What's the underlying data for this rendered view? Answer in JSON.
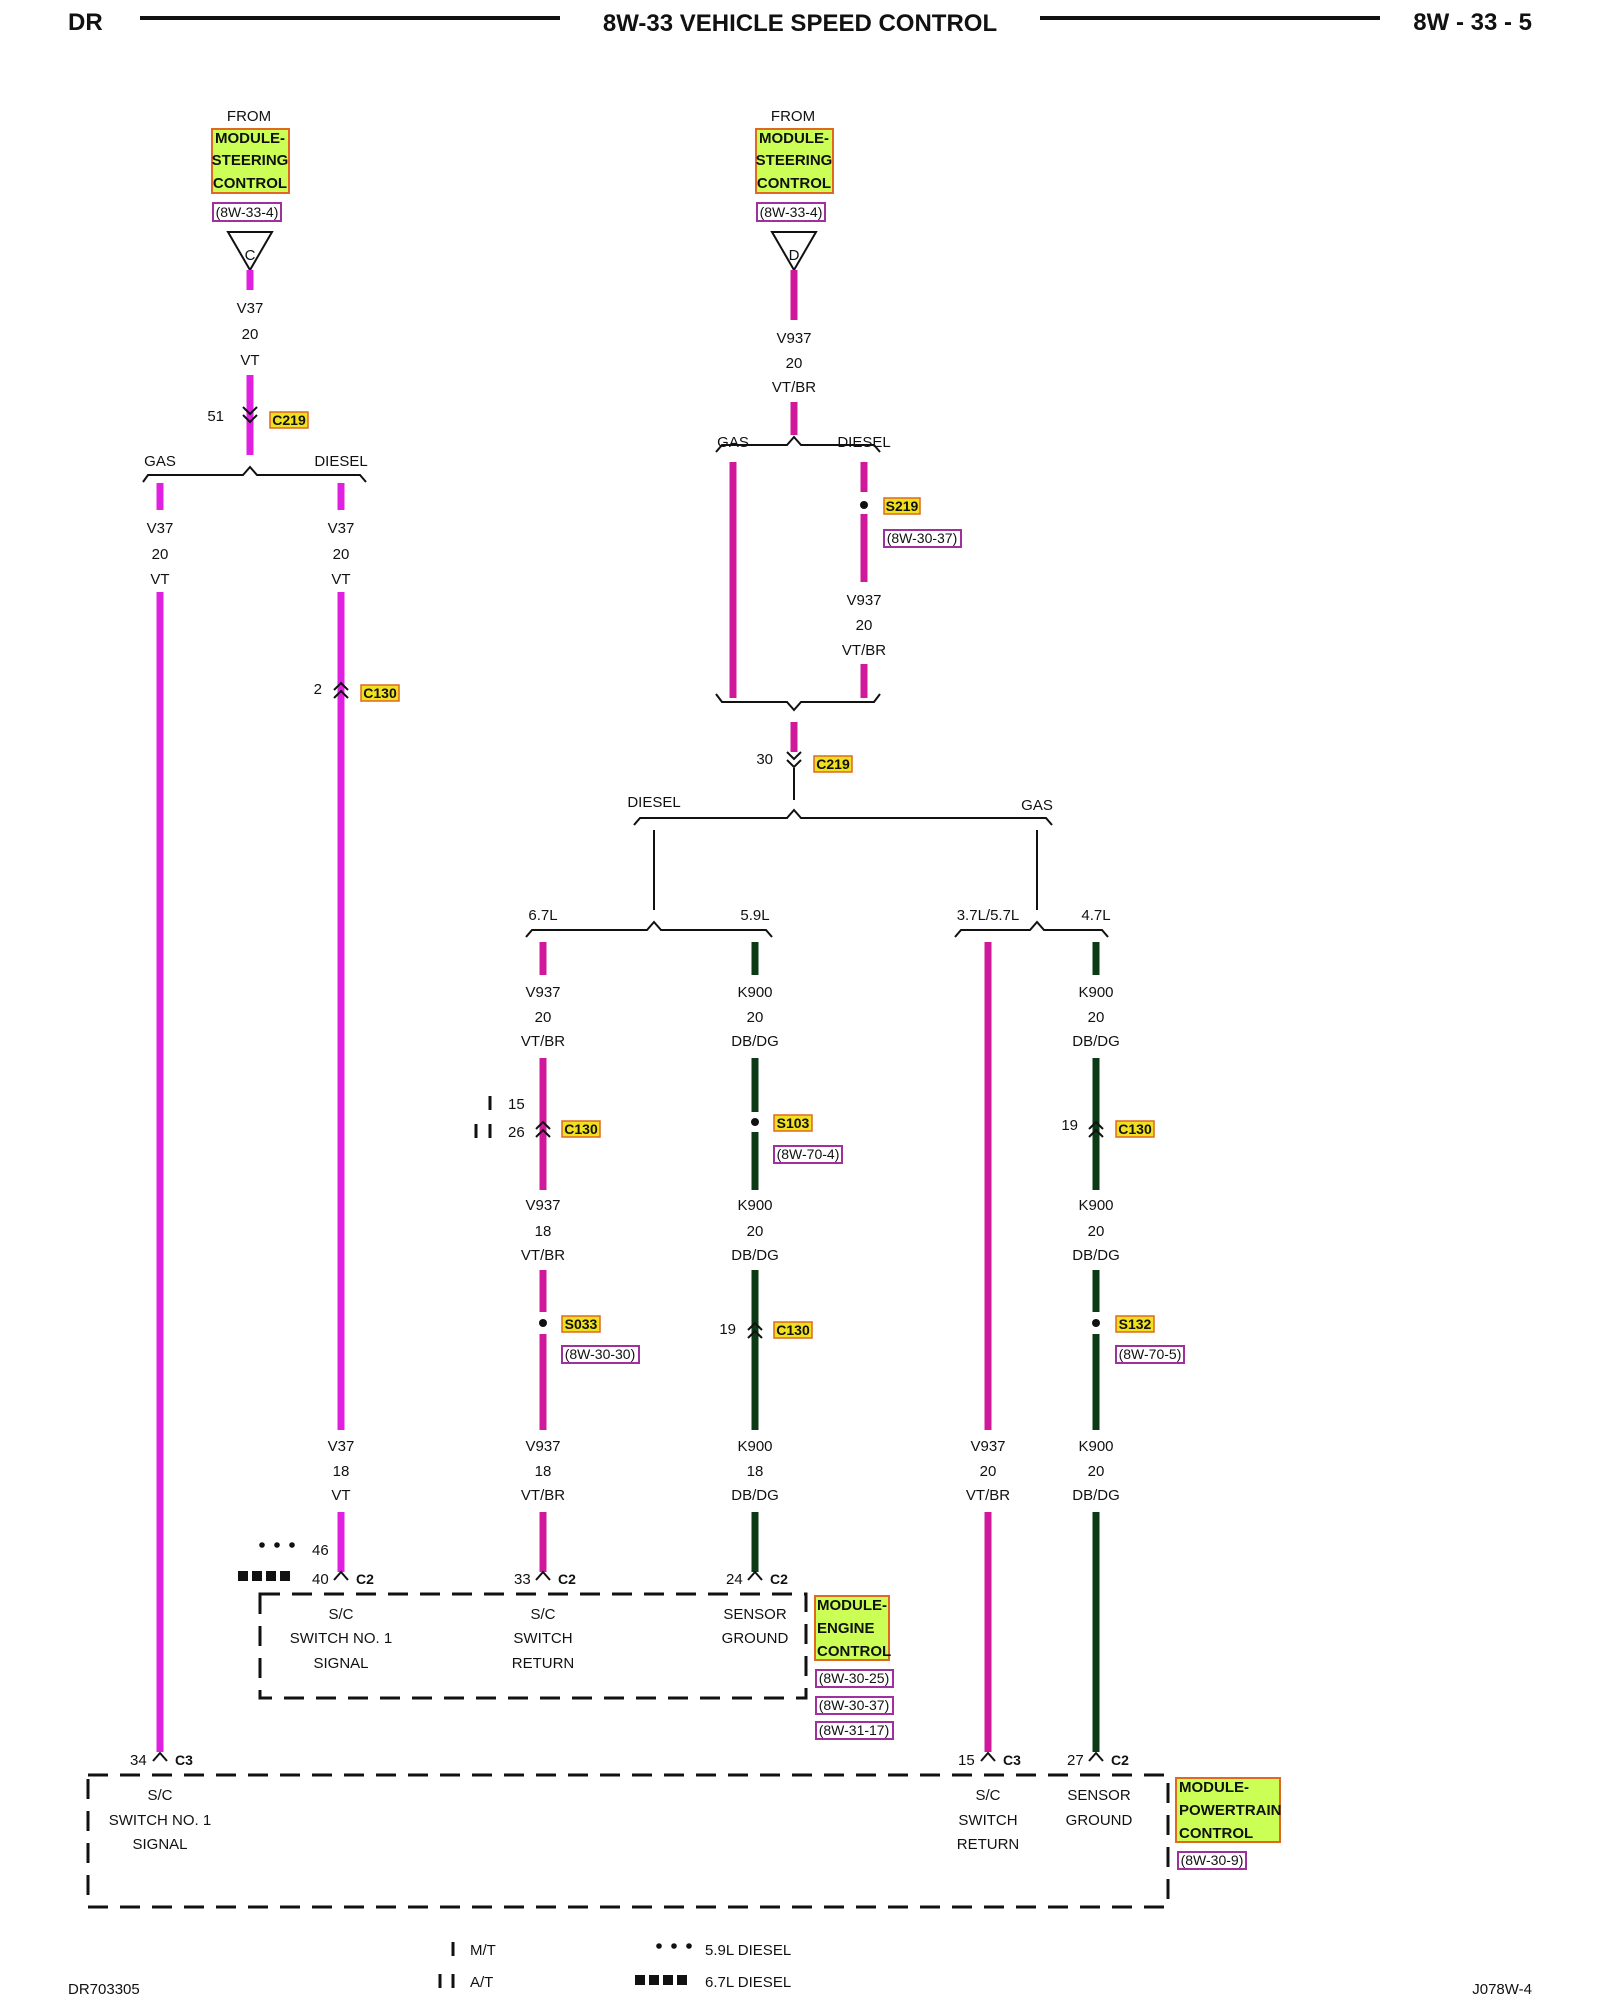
{
  "header": {
    "left": "DR",
    "title": "8W-33 VEHICLE SPEED CONTROL",
    "right": "8W - 33 - 5"
  },
  "footer": {
    "left_code": "DR703305",
    "right_code": "J078W-4"
  },
  "legend": {
    "mt": "M/T",
    "at": "A/T",
    "diesel59": "5.9L DIESEL",
    "diesel67": "6.7L DIESEL"
  },
  "source_c": {
    "from": "FROM",
    "module": [
      "MODULE-",
      "STEERING",
      "CONTROL"
    ],
    "ref": "(8W-33-4)",
    "letter": "C"
  },
  "source_d": {
    "from": "FROM",
    "module": [
      "MODULE-",
      "STEERING",
      "CONTROL"
    ],
    "ref": "(8W-33-4)",
    "letter": "D"
  },
  "wires": {
    "v37_20_vt": [
      "V37",
      "20",
      "VT"
    ],
    "v37_18_vt": [
      "V37",
      "18",
      "VT"
    ],
    "v937_20_vtbr": [
      "V937",
      "20",
      "VT/BR"
    ],
    "v937_18_vtbr": [
      "V937",
      "18",
      "VT/BR"
    ],
    "k900_20_dbdg": [
      "K900",
      "20",
      "DB/DG"
    ],
    "k900_18_dbdg": [
      "K900",
      "18",
      "DB/DG"
    ]
  },
  "branches": {
    "gas": "GAS",
    "diesel": "DIESEL",
    "l67": "6.7L",
    "l59": "5.9L",
    "l3757": "3.7L/5.7L",
    "l47": "4.7L"
  },
  "connectors": {
    "c219": "C219",
    "c130": "C130",
    "c2": "C2",
    "c3": "C3"
  },
  "splices": {
    "s219": "S219",
    "s219_ref": "(8W-30-37)",
    "s103": "S103",
    "s103_ref": "(8W-70-4)",
    "s033": "S033",
    "s033_ref": "(8W-30-30)",
    "s132": "S132",
    "s132_ref": "(8W-70-5)"
  },
  "pins": {
    "p51": "51",
    "p2": "2",
    "p30": "30",
    "p15": "15",
    "p26": "26",
    "p19a": "19",
    "p19b": "19",
    "p46": "46",
    "p40": "40",
    "p33": "33",
    "p24": "24",
    "p34": "34",
    "p15b": "15",
    "p27": "27"
  },
  "ecm": {
    "module": [
      "MODULE-",
      "ENGINE",
      "CONTROL"
    ],
    "refs": [
      "(8W-30-25)",
      "(8W-30-37)",
      "(8W-31-17)"
    ],
    "pin40": [
      "S/C",
      "SWITCH NO. 1",
      "SIGNAL"
    ],
    "pin33": [
      "S/C",
      "SWITCH",
      "RETURN"
    ],
    "pin24": [
      "SENSOR",
      "GROUND"
    ]
  },
  "pcm": {
    "module": [
      "MODULE-",
      "POWERTRAIN",
      "CONTROL"
    ],
    "ref": "(8W-30-9)",
    "pin34": [
      "S/C",
      "SWITCH NO. 1",
      "SIGNAL"
    ],
    "pin15": [
      "S/C",
      "SWITCH",
      "RETURN"
    ],
    "pin27": [
      "SENSOR",
      "GROUND"
    ]
  },
  "colors": {
    "vt": "#e020e0",
    "vtbr": "#d0189a",
    "dbdg": "#0c3a16",
    "module_fill": "#ccff55",
    "module_border": "#e06820",
    "ref_border": "#a030a0",
    "connector_fill": "#f0e020"
  }
}
